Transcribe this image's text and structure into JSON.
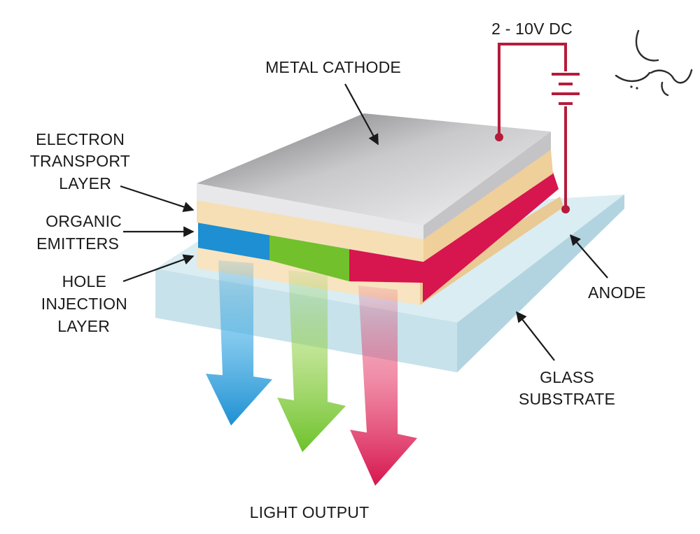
{
  "labels": {
    "metal_cathode": "METAL CATHODE",
    "electron_transport": [
      "ELECTRON",
      "TRANSPORT",
      "LAYER"
    ],
    "organic_emitters": [
      "ORGANIC",
      "EMITTERS"
    ],
    "hole_injection": [
      "HOLE",
      "INJECTION",
      "LAYER"
    ],
    "anode": "ANODE",
    "glass_substrate": [
      "GLASS",
      "SUBSTRATE"
    ],
    "light_output": "LIGHT OUTPUT",
    "voltage": "2 - 10V DC"
  },
  "watermark": "زیکو",
  "colors": {
    "cathode": "#a9a9ab",
    "transport_layer": "#f6dfb4",
    "emitter_blue": "#1e8fd2",
    "emitter_green": "#72c02c",
    "emitter_red": "#d7154e",
    "glass": "#cfe8ef",
    "circuit": "#b51c3a"
  }
}
